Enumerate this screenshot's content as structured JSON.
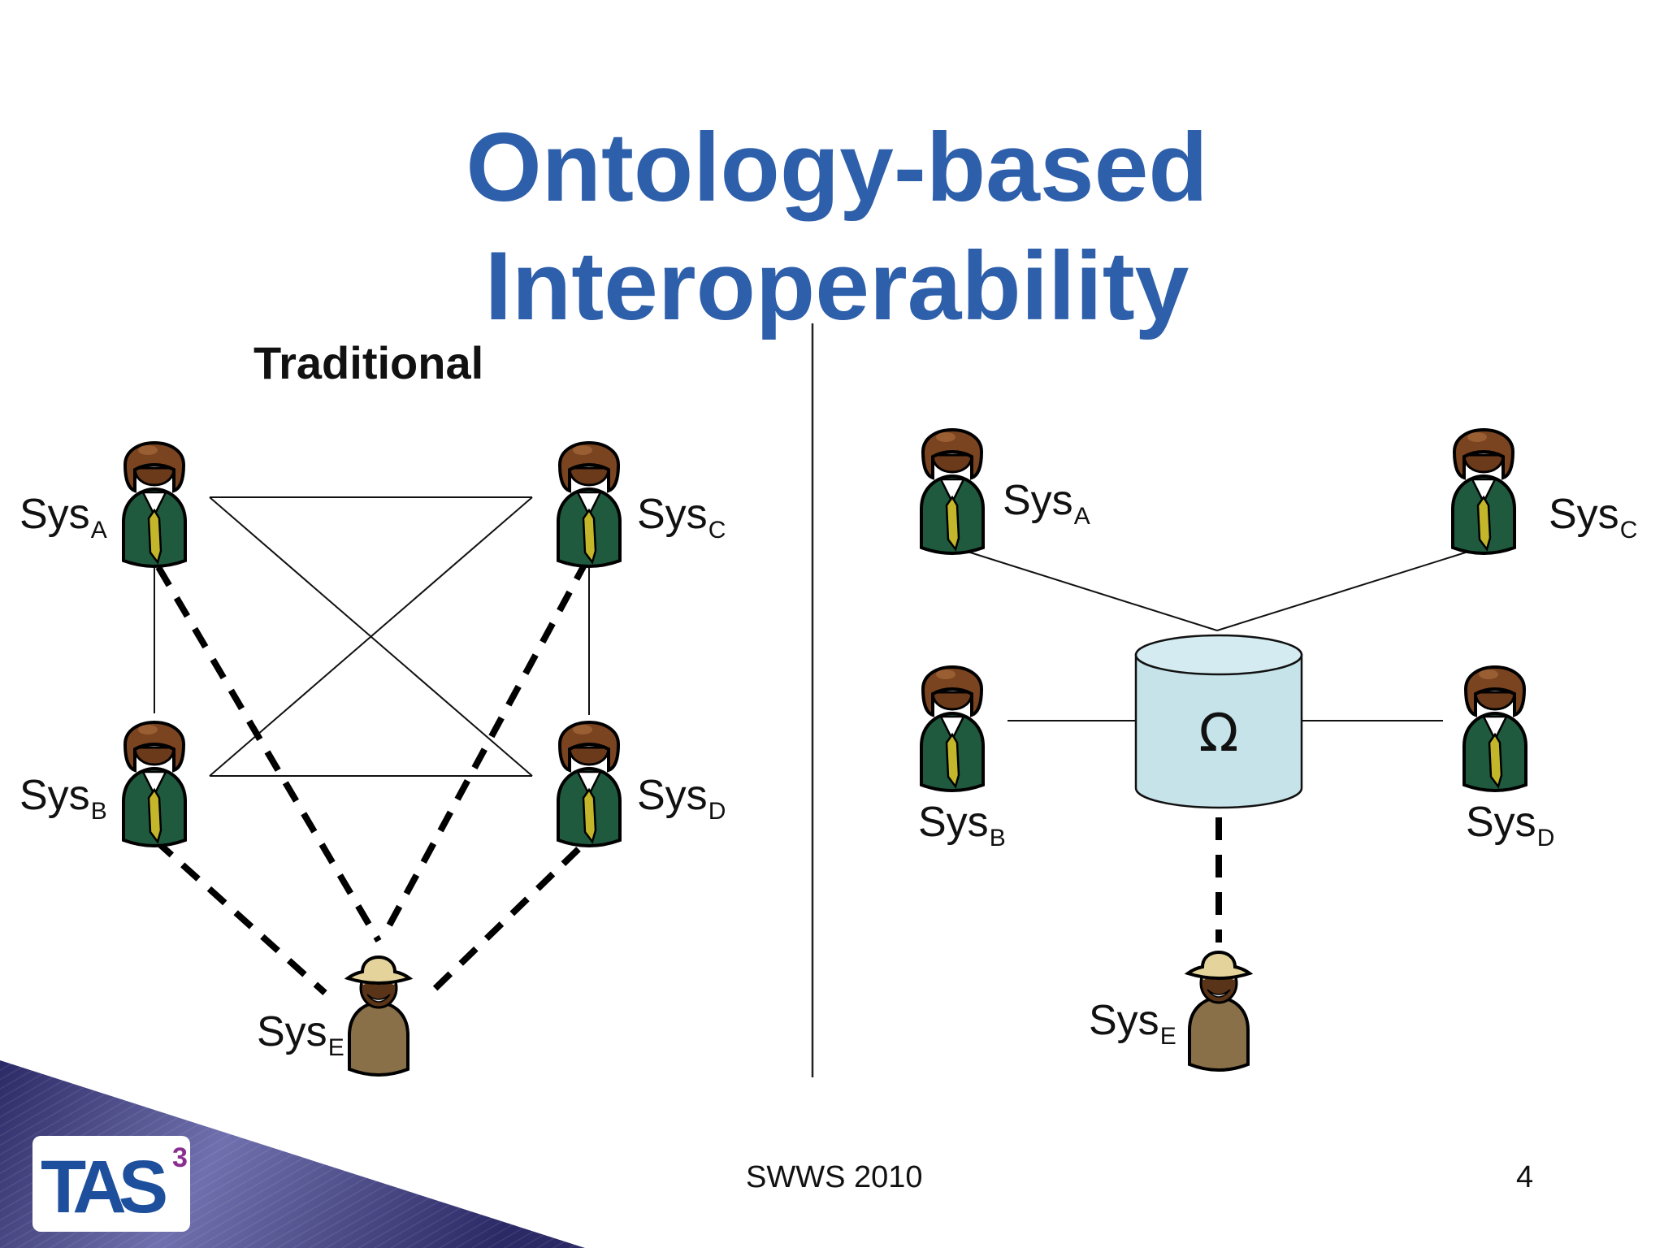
{
  "title": {
    "line1": "Ontology-based",
    "line2": "Interoperability"
  },
  "section_label": "Traditional",
  "systems": [
    {
      "name": "Sys",
      "sub": "A"
    },
    {
      "name": "Sys",
      "sub": "B"
    },
    {
      "name": "Sys",
      "sub": "C"
    },
    {
      "name": "Sys",
      "sub": "D"
    },
    {
      "name": "Sys",
      "sub": "E"
    }
  ],
  "ontology_symbol": "Ω",
  "footer": {
    "conference": "SWWS 2010",
    "page": "4"
  },
  "logo": {
    "text": "TAS",
    "superscript": "3"
  },
  "colors": {
    "title": "#2e5faa",
    "database_fill": "#c6e3ea",
    "person_suit": "#1f5a3e",
    "person_head": "#7a4420",
    "person_tie": "#c4b62a",
    "visitor_hat": "#e4d49c",
    "visitor_coat": "#8a7048",
    "corner_band": "#2c2a66"
  }
}
